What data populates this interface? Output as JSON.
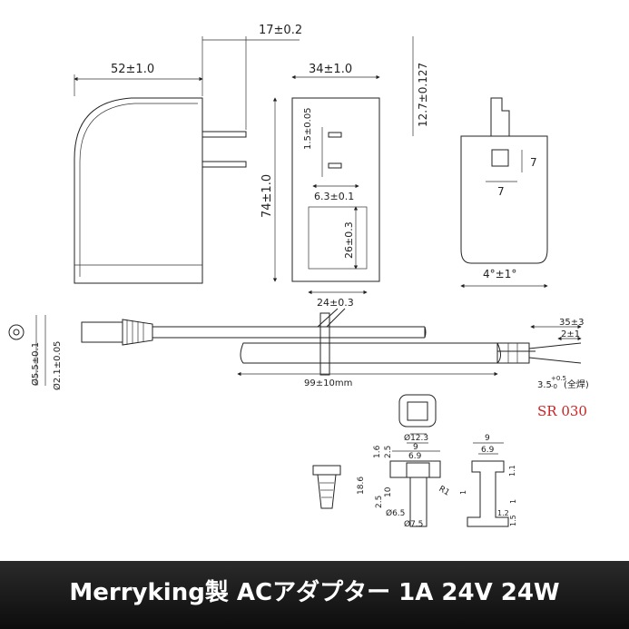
{
  "side_view": {
    "width": "52±1.0",
    "prong": "17±0.2"
  },
  "front_view": {
    "width": "34±1.0",
    "height": "74±1.0",
    "slot": "1.5±0.05",
    "pitch": "6.3±0.1",
    "label_h": "26±0.3",
    "label_w": "24±0.3"
  },
  "end_view": {
    "prong_len": "12.7±0.127",
    "square_h": "7",
    "square_w": "7",
    "angle": "4°±1°"
  },
  "cable": {
    "dia_outer": "Ø5.5±0.1",
    "dia_inner": "Ø2.1±0.05",
    "length": "99±10mm",
    "strip_long": "35±3",
    "strip_short": "2±1",
    "tin": "3.5",
    "tin_tol_up": "+0.5",
    "tin_tol_dn": "-0",
    "tin_note": "(全焊)"
  },
  "model_code": "SR 030",
  "strain_relief": {
    "d1": "Ø12.3",
    "d2": "9",
    "d3": "6.9",
    "h1": "1.6",
    "h2": "2.5",
    "h3": "18.6",
    "h4": "10",
    "h5": "2.5",
    "d4": "Ø6.5",
    "d5": "Ø7.5",
    "r": "R1"
  },
  "side_detail": {
    "w1": "9",
    "w2": "6.9",
    "t1": "1.1",
    "t2": "1",
    "b1": "1.2",
    "b2": "1.5",
    "b3": "1"
  },
  "product_title": "Merryking製 ACアダプター 1A 24V 24W",
  "colors": {
    "model_code": "#cc2222",
    "banner_bg": "#1a1a1a",
    "banner_text": "#ffffff"
  }
}
